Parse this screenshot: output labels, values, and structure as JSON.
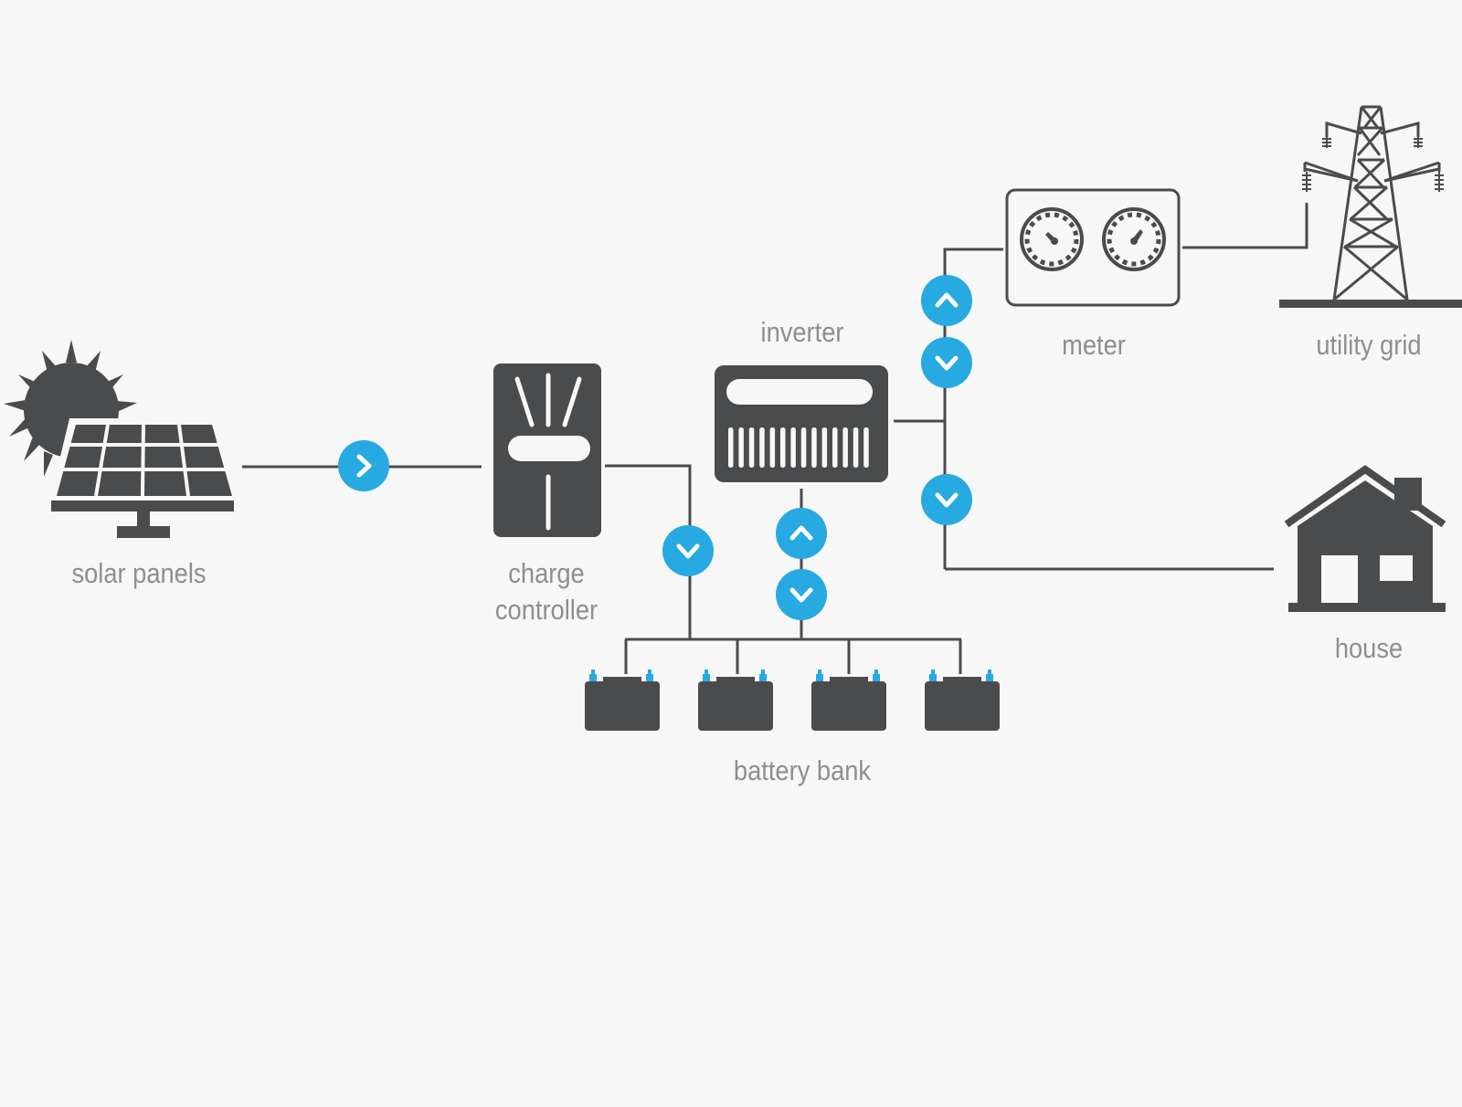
{
  "colors": {
    "background": "#f7f7f7",
    "icon": "#4a4b4d",
    "accent": "#27a9e1",
    "label": "#8e8e8e",
    "wire": "#4a4b4d"
  },
  "nodes": {
    "solar_panels": {
      "label": "solar panels",
      "icon": "solar-panel-icon"
    },
    "charge_controller": {
      "label_line1": "charge",
      "label_line2": "controller",
      "icon": "charge-controller-icon"
    },
    "inverter": {
      "label": "inverter",
      "icon": "inverter-icon"
    },
    "meter": {
      "label": "meter",
      "icon": "meter-icon"
    },
    "utility_grid": {
      "label": "utility grid",
      "icon": "power-tower-icon"
    },
    "house": {
      "label": "house",
      "icon": "house-icon"
    },
    "battery_bank": {
      "label": "battery bank",
      "icon": "battery-icon",
      "count": 4
    }
  },
  "flow_indicators": [
    {
      "id": "solar-to-controller",
      "direction": "right"
    },
    {
      "id": "controller-to-battery",
      "direction": "down"
    },
    {
      "id": "inverter-battery-up",
      "direction": "up"
    },
    {
      "id": "inverter-battery-down",
      "direction": "down"
    },
    {
      "id": "inverter-meter-up",
      "direction": "up"
    },
    {
      "id": "inverter-meter-down",
      "direction": "down"
    },
    {
      "id": "inverter-house-down",
      "direction": "down"
    }
  ]
}
